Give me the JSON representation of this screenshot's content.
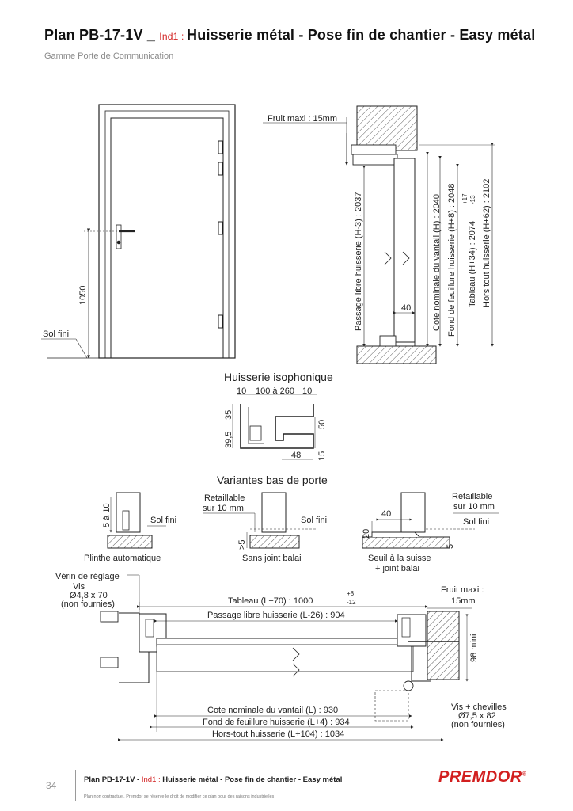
{
  "header": {
    "title_prefix": "Plan PB-17-1V",
    "sep1": " _ ",
    "ind": "Ind1",
    "sep2": " : ",
    "title_main": "Huisserie métal - Pose fin de chantier - Easy métal",
    "subtitle": "Gamme Porte de Communication"
  },
  "drawing": {
    "door_height_label": "1050",
    "sol_fini": "Sol fini",
    "fruit_maxi_15": "Fruit maxi : 15mm",
    "passage_libre_vertical": "Passage libre huisserie (H-3) : 2037",
    "cote_nominale_vertical": "Cote  nominale du vantail (H) : 2040",
    "fond_feuillure_vertical": "Fond de feuillure huisserie (H+8) : 2048",
    "tableau_vertical": "Tableau (H+34) : 2074",
    "tableau_tol_plus": "+17",
    "tableau_tol_minus": "-13",
    "hors_tout_vertical": "Hors tout huisserie (H+62) : 2102",
    "dim_40": "40",
    "isophonique": {
      "title": "Huisserie isophonique",
      "d10_left": "10",
      "d_range": "100 à 260",
      "d10_right": "10",
      "d35": "35",
      "d39_5": "39,5",
      "d50": "50",
      "d48": "48",
      "d15": "15"
    },
    "variantes": {
      "title": "Variantes bas de porte",
      "d5a10": "5 à 10",
      "plinthe": "Plinthe automatique",
      "retaillable_1": "Retaillable",
      "retaillable_2": "sur 10 mm",
      "gt5": ">5",
      "sans_joint": "Sans joint balai",
      "d20": "20",
      "d40": "40",
      "d5": "5",
      "seuil_1": "Seuil à la suisse",
      "seuil_2": "+ joint balai"
    },
    "plan": {
      "verin": "Vérin de réglage",
      "vis": "Vis",
      "vis_dim": "Ø4,8 x 70",
      "non_fournies": "(non fournies)",
      "tableau": "Tableau (L+70) : 1000",
      "tableau_tol_plus": "+8",
      "tableau_tol_minus": "-12",
      "fruit_maxi": "Fruit maxi :",
      "fruit_15mm": "15mm",
      "passage_libre": "Passage libre huisserie (L-26) : 904",
      "mini98": "98 mini",
      "cote_nominale": "Cote nominale du vantail (L) : 930",
      "fond_feuillure": "Fond de feuillure huisserie (L+4) : 934",
      "hors_tout": "Hors-tout huisserie (L+104) : 1034",
      "vis_chevilles": "Vis + chevilles",
      "vis_chevilles_dim": "Ø7,5 x 82",
      "non_fournies_2": "(non fournies)"
    }
  },
  "footer": {
    "page_number": "34",
    "title_prefix": "Plan PB-17-1V",
    "sep1": " - ",
    "ind": "Ind1",
    "sep2": " : ",
    "title_main": "Huisserie métal - Pose fin de chantier - Easy métal",
    "note": "Plan non contractuel, Premdor se réserve le droit de modifier ce plan pour des raisons industrielles",
    "logo": "PREMDOR",
    "logo_mark": "®"
  }
}
